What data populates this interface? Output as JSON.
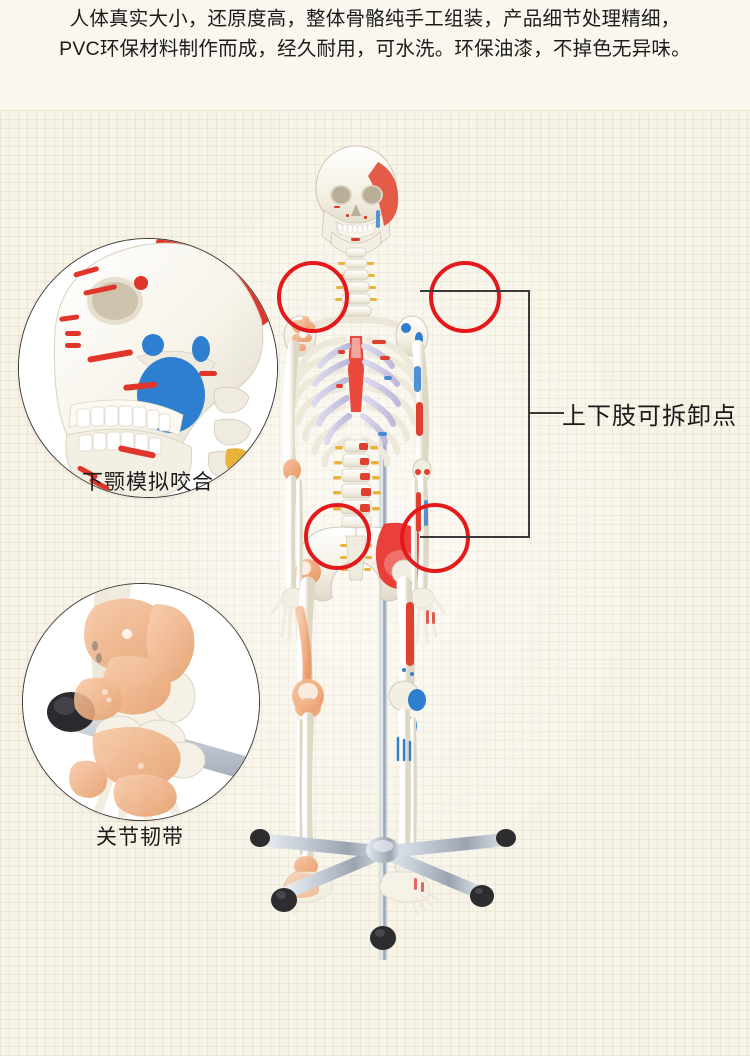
{
  "header": {
    "text": "人体真实大小，还原度高，整体骨骼纯手工组装，产品细节处理精细，PVC环保材料制作而成，经久耐用，可水洗。环保油漆，不掉色无异味。"
  },
  "details": [
    {
      "id": "jaw",
      "caption": "下颚模拟咬合",
      "icon": "skull-profile-photo"
    },
    {
      "id": "ankle",
      "caption": "关节韧带",
      "icon": "ankle-ligament-photo"
    }
  ],
  "callout": {
    "label": "上下肢可拆卸点",
    "bracket_icon": "bracket-connector"
  },
  "markers": [
    {
      "name": "shoulder-left",
      "label": ""
    },
    {
      "name": "shoulder-right",
      "label": ""
    },
    {
      "name": "hip-left",
      "label": ""
    },
    {
      "name": "hip-right",
      "label": ""
    }
  ],
  "product": {
    "figure_icon": "human-skeleton-model",
    "stand_icon": "five-star-caster-stand"
  },
  "colors": {
    "background": "#f7f3e7",
    "background_plain": "#faf7ef",
    "grid_line": "#d6c6a6",
    "text": "#1b1b1b",
    "marker_red": "#e4191c",
    "bracket": "#3a3a3a",
    "bone": "#f4efe4",
    "cartilage": "#c9c6e4",
    "ligament_orange": "#f0a472",
    "marking_red": "#e23b2e",
    "marking_blue": "#2f7fd0",
    "marking_yellow": "#e8b33c",
    "stand_metal": "#c6cdd6",
    "caster": "#2d2d30"
  }
}
